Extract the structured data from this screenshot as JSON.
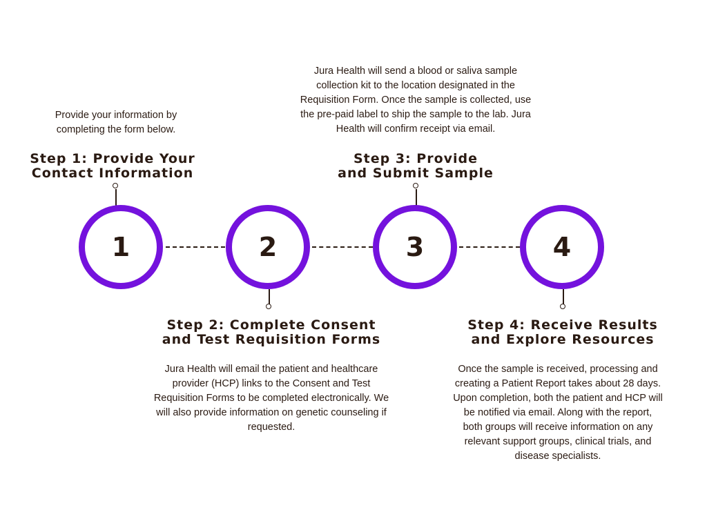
{
  "colors": {
    "accent": "#7412dd",
    "text": "#2a1a12"
  },
  "steps": [
    {
      "number": "1",
      "title_line1": "Step 1: Provide Your",
      "title_line2": "Contact Information",
      "desc_lines": [
        "Provide your information by",
        "completing the form below."
      ]
    },
    {
      "number": "2",
      "title_line1": "Step 2: Complete Consent",
      "title_line2": "and Test Requisition Forms",
      "desc_lines": [
        "Jura Health will email the patient and healthcare",
        "provider (HCP) links to the Consent and Test",
        "Requisition Forms to be completed electronically. We",
        "will also provide information on genetic counseling if",
        "requested."
      ]
    },
    {
      "number": "3",
      "title_line1": "Step 3: Provide",
      "title_line2": "and Submit Sample",
      "desc_lines": [
        "Jura Health will send a blood or saliva sample",
        "collection kit to the location designated in the",
        "Requisition Form. Once the sample is collected, use",
        "the pre-paid label to ship the sample to the lab. Jura",
        "Health will confirm receipt via email."
      ]
    },
    {
      "number": "4",
      "title_line1": "Step 4: Receive Results",
      "title_line2": "and Explore Resources",
      "desc_lines": [
        "Once the sample is received, processing and",
        "creating a Patient Report takes about 28 days.",
        "Upon completion, both the patient and HCP will",
        "be notified via email. Along with the report,",
        "both groups will receive information on any",
        "relevant support groups, clinical trials, and",
        "disease specialists."
      ]
    }
  ]
}
